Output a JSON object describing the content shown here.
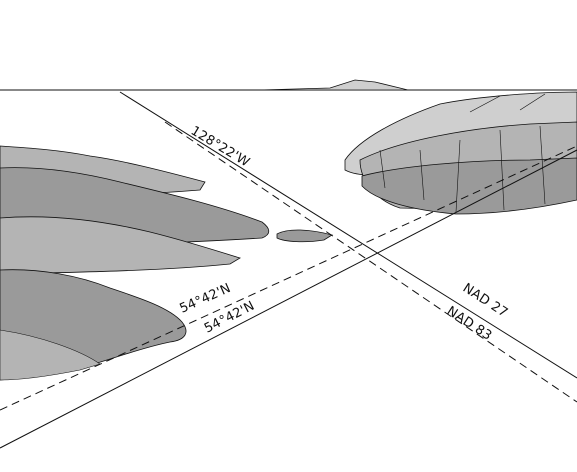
{
  "labels": {
    "longitude": "128°22'W",
    "latitude_a": "54°42'N",
    "latitude_b": "54°42'N",
    "datum_a": "NAD 27",
    "datum_b": "NAD 83"
  },
  "colors": {
    "sky": "#ffffff",
    "land_dark": "#9a9a9a",
    "land_mid": "#b4b4b4",
    "land_light": "#cfcfcf",
    "line": "#111111"
  }
}
